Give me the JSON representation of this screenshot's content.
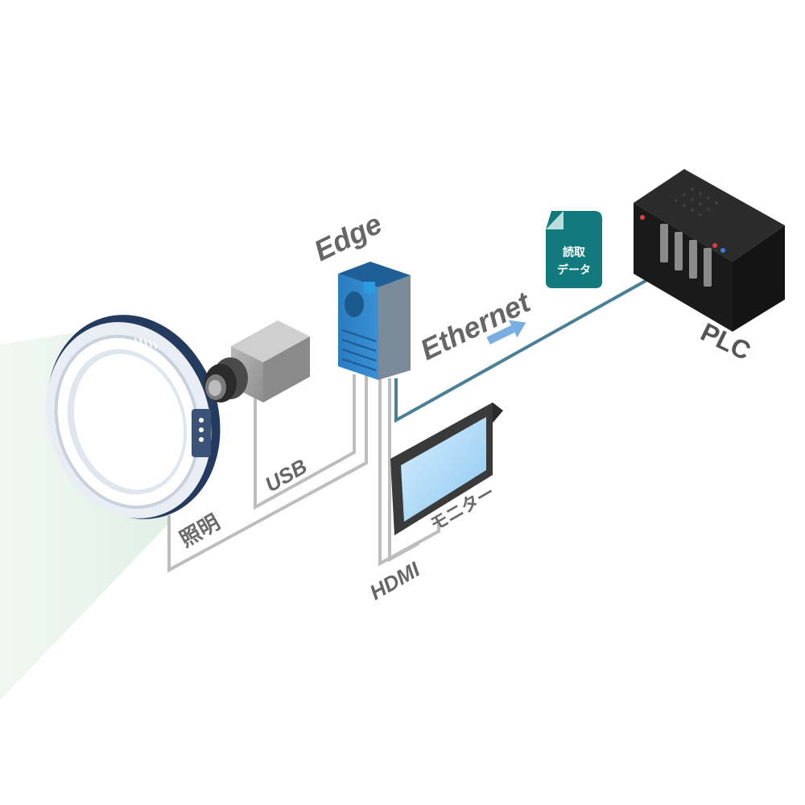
{
  "labels": {
    "edge": "Edge",
    "ethernet": "Ethernet",
    "plc": "PLC",
    "usb": "USB",
    "lighting": "照明",
    "hdmi": "HDMI",
    "monitor": "モニター",
    "read_data_line1": "読取",
    "read_data_line2": "データ"
  },
  "colors": {
    "cable_gray": "#bdbdbd",
    "ethernet_cable": "#4a7f95",
    "edge_blue": "#2f83c7",
    "badge_teal": "#127a7c",
    "arrow_blue": "#79aee0",
    "light_beam": "#eaf5ee",
    "ring_dark": "#243a5e",
    "server_black": "#1a1a1a"
  },
  "icons": {
    "ring_light": "ring-light-icon",
    "camera": "camera-icon",
    "edge_device": "edge-device-icon",
    "monitor": "monitor-icon",
    "plc": "plc-server-icon",
    "document": "document-icon",
    "arrow": "arrow-right-icon"
  }
}
